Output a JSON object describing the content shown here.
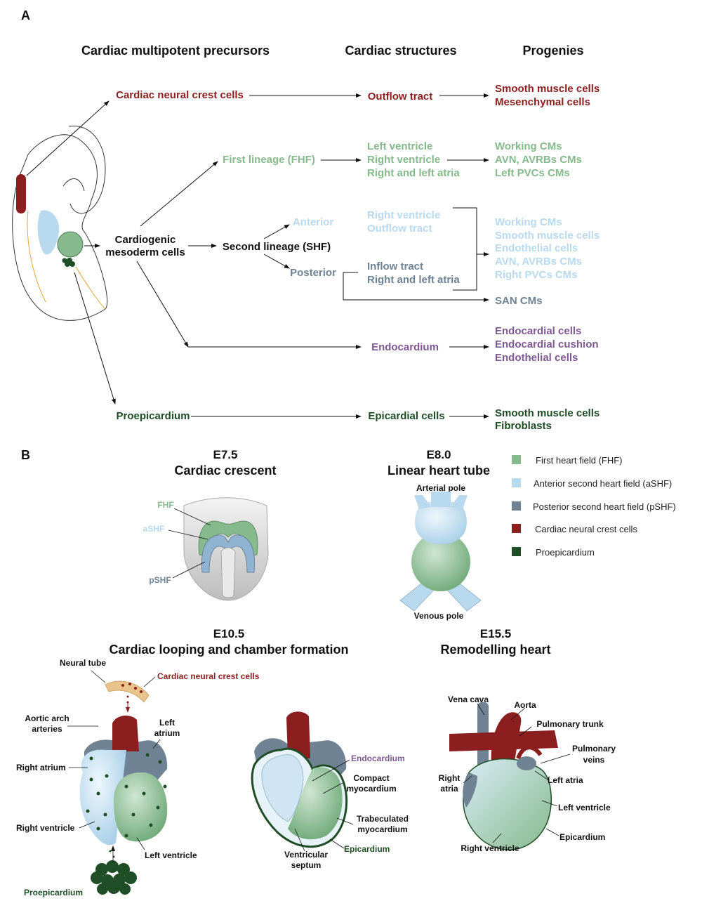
{
  "colors": {
    "neural_crest": "#8B1E1E",
    "fhf": "#86B98C",
    "ashf": "#B9D9EE",
    "pshf": "#6F8394",
    "endocardium": "#7E5891",
    "proepicardium": "#1F4D25",
    "black": "#111111"
  },
  "panelA": {
    "label": "A",
    "headers": {
      "precursors": "Cardiac multipotent precursors",
      "structures": "Cardiac structures",
      "progenies": "Progenies"
    },
    "ncc": "Cardiac neural crest cells",
    "outflow": "Outflow tract",
    "ncc_prog": [
      "Smooth muscle cells",
      "Mesenchymal cells"
    ],
    "fhf": "First lineage (FHF)",
    "fhf_struct": [
      "Left ventricle",
      "Right ventricle",
      "Right and left atria"
    ],
    "fhf_prog": [
      "Working CMs",
      "AVN, AVRBs CMs",
      "Left PVCs CMs"
    ],
    "cmc": [
      "Cardiogenic",
      "mesoderm cells"
    ],
    "shf": "Second lineage (SHF)",
    "anterior": "Anterior",
    "posterior": "Posterior",
    "ant_struct": [
      "Right ventricle",
      "Outflow tract"
    ],
    "post_struct": [
      "Inflow tract",
      "Right and left atria"
    ],
    "shf_prog": [
      "Working CMs",
      "Smooth muscle cells",
      "Endothelial cells",
      "AVN, AVRBs CMs",
      "Right PVCs CMs"
    ],
    "san": "SAN CMs",
    "endo": "Endocardium",
    "endo_prog": [
      "Endocardial cells",
      "Endocardial cushion",
      "Endothelial cells"
    ],
    "proepi": "Proepicardium",
    "epi": "Epicardial cells",
    "epi_prog": [
      "Smooth muscle cells",
      "Fibroblasts"
    ]
  },
  "panelB": {
    "label": "B",
    "e75": {
      "stage": "E7.5",
      "title": "Cardiac crescent",
      "fhf": "FHF",
      "ashf": "aSHF",
      "pshf": "pSHF"
    },
    "e80": {
      "stage": "E8.0",
      "title": "Linear heart tube",
      "arterial": "Arterial pole",
      "venous": "Venous pole"
    },
    "legend": [
      {
        "label": "First heart field (FHF)",
        "color": "#86B98C"
      },
      {
        "label": "Anterior second heart field (aSHF)",
        "color": "#B9D9EE"
      },
      {
        "label": "Posterior second heart field (pSHF)",
        "color": "#6F8394"
      },
      {
        "label": "Cardiac neural crest cells",
        "color": "#8B1E1E"
      },
      {
        "label": "Proepicardium",
        "color": "#1F4D25"
      }
    ],
    "e105": {
      "stage": "E10.5",
      "title": "Cardiac looping and chamber formation",
      "neural_tube": "Neural tube",
      "ncc": "Cardiac neural crest cells",
      "aortic1": "Aortic arch",
      "aortic2": "arteries",
      "left_atrium1": "Left",
      "left_atrium2": "atrium",
      "right_atrium": "Right atrium",
      "right_ventricle": "Right ventricle",
      "left_ventricle": "Left ventricle",
      "proepicardium": "Proepicardium",
      "endocardium": "Endocardium",
      "compact1": "Compact",
      "compact2": "myocardium",
      "trab1": "Trabeculated",
      "trab2": "myocardium",
      "epicardium": "Epicardium",
      "vs1": "Ventricular",
      "vs2": "septum"
    },
    "e155": {
      "stage": "E15.5",
      "title": "Remodelling heart",
      "vena_cava": "Vena cava",
      "aorta": "Aorta",
      "pulm_trunk": "Pulmonary trunk",
      "pulm_veins1": "Pulmonary",
      "pulm_veins2": "veins",
      "right_atria1": "Right",
      "right_atria2": "atria",
      "left_atria": "Left atria",
      "left_ventricle": "Left ventricle",
      "epicardium": "Epicardium",
      "right_ventricle": "Right ventricle"
    }
  }
}
